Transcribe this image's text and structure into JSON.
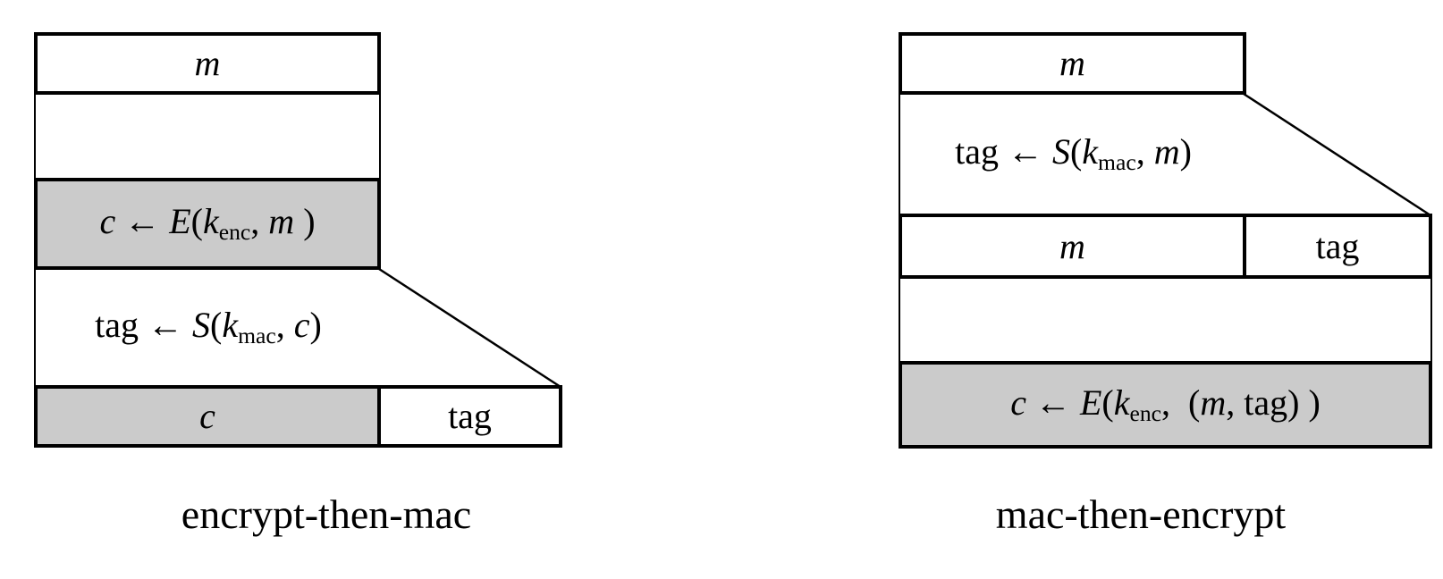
{
  "figure": {
    "background": "#ffffff",
    "line_color": "#000000",
    "gray_fill": "#cbcbcb"
  },
  "left_diagram": {
    "name": "encrypt-then-mac",
    "caption": "encrypt-then-mac",
    "message_box": [
      {
        "t": "m",
        "k": "var"
      }
    ],
    "encrypt_step": [
      {
        "t": "c",
        "k": "var"
      },
      {
        "t": " ← ",
        "k": "rm"
      },
      {
        "t": "E",
        "k": "var"
      },
      {
        "t": "(",
        "k": "rm"
      },
      {
        "t": "k",
        "k": "var"
      },
      {
        "t": "enc",
        "k": "sub"
      },
      {
        "t": ", ",
        "k": "rm"
      },
      {
        "t": "m",
        "k": "var"
      },
      {
        "t": " )",
        "k": "rm"
      }
    ],
    "mac_step": [
      {
        "t": "tag",
        "k": "rm"
      },
      {
        "t": " ← ",
        "k": "rm"
      },
      {
        "t": "S",
        "k": "var"
      },
      {
        "t": "(",
        "k": "rm"
      },
      {
        "t": "k",
        "k": "var"
      },
      {
        "t": "mac",
        "k": "sub"
      },
      {
        "t": ", ",
        "k": "rm"
      },
      {
        "t": "c",
        "k": "var"
      },
      {
        "t": ")",
        "k": "rm"
      }
    ],
    "output_ciphertext": [
      {
        "t": "c",
        "k": "var"
      }
    ],
    "output_tag": [
      {
        "t": "tag",
        "k": "rm"
      }
    ]
  },
  "right_diagram": {
    "name": "mac-then-encrypt",
    "caption": "mac-then-encrypt",
    "message_box": [
      {
        "t": "m",
        "k": "var"
      }
    ],
    "mac_step": [
      {
        "t": "tag",
        "k": "rm"
      },
      {
        "t": " ← ",
        "k": "rm"
      },
      {
        "t": "S",
        "k": "var"
      },
      {
        "t": "(",
        "k": "rm"
      },
      {
        "t": "k",
        "k": "var"
      },
      {
        "t": "mac",
        "k": "sub"
      },
      {
        "t": ", ",
        "k": "rm"
      },
      {
        "t": "m",
        "k": "var"
      },
      {
        "t": ")",
        "k": "rm"
      }
    ],
    "concat_message": [
      {
        "t": "m",
        "k": "var"
      }
    ],
    "concat_tag": [
      {
        "t": "tag",
        "k": "rm"
      }
    ],
    "encrypt_step": [
      {
        "t": "c",
        "k": "var"
      },
      {
        "t": " ← ",
        "k": "rm"
      },
      {
        "t": "E",
        "k": "var"
      },
      {
        "t": "(",
        "k": "rm"
      },
      {
        "t": "k",
        "k": "var"
      },
      {
        "t": "enc",
        "k": "sub"
      },
      {
        "t": ",  ",
        "k": "rm"
      },
      {
        "t": "(",
        "k": "rm"
      },
      {
        "t": "m",
        "k": "var"
      },
      {
        "t": ", ",
        "k": "rm"
      },
      {
        "t": "tag",
        "k": "rm"
      },
      {
        "t": ") )",
        "k": "rm"
      }
    ]
  }
}
